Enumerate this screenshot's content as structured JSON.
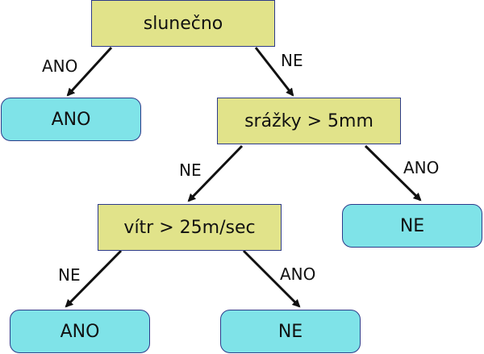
{
  "nodes": {
    "root": "slunečno",
    "leaf_ano_top": "ANO",
    "rain": "srážky > 5mm",
    "wind": "vítr > 25m/sec",
    "leaf_ne_right": "NE",
    "leaf_ano_bottom": "ANO",
    "leaf_ne_bottom": "NE"
  },
  "edges": {
    "root_to_ano": "ANO",
    "root_to_rain": "NE",
    "rain_to_wind": "NE",
    "rain_to_ne": "ANO",
    "wind_to_ano": "NE",
    "wind_to_ne": "ANO"
  },
  "colors": {
    "decision_fill": "#e1e38a",
    "leaf_fill": "#7fe3e8",
    "border": "#2d3b8a",
    "edge": "#111111"
  }
}
